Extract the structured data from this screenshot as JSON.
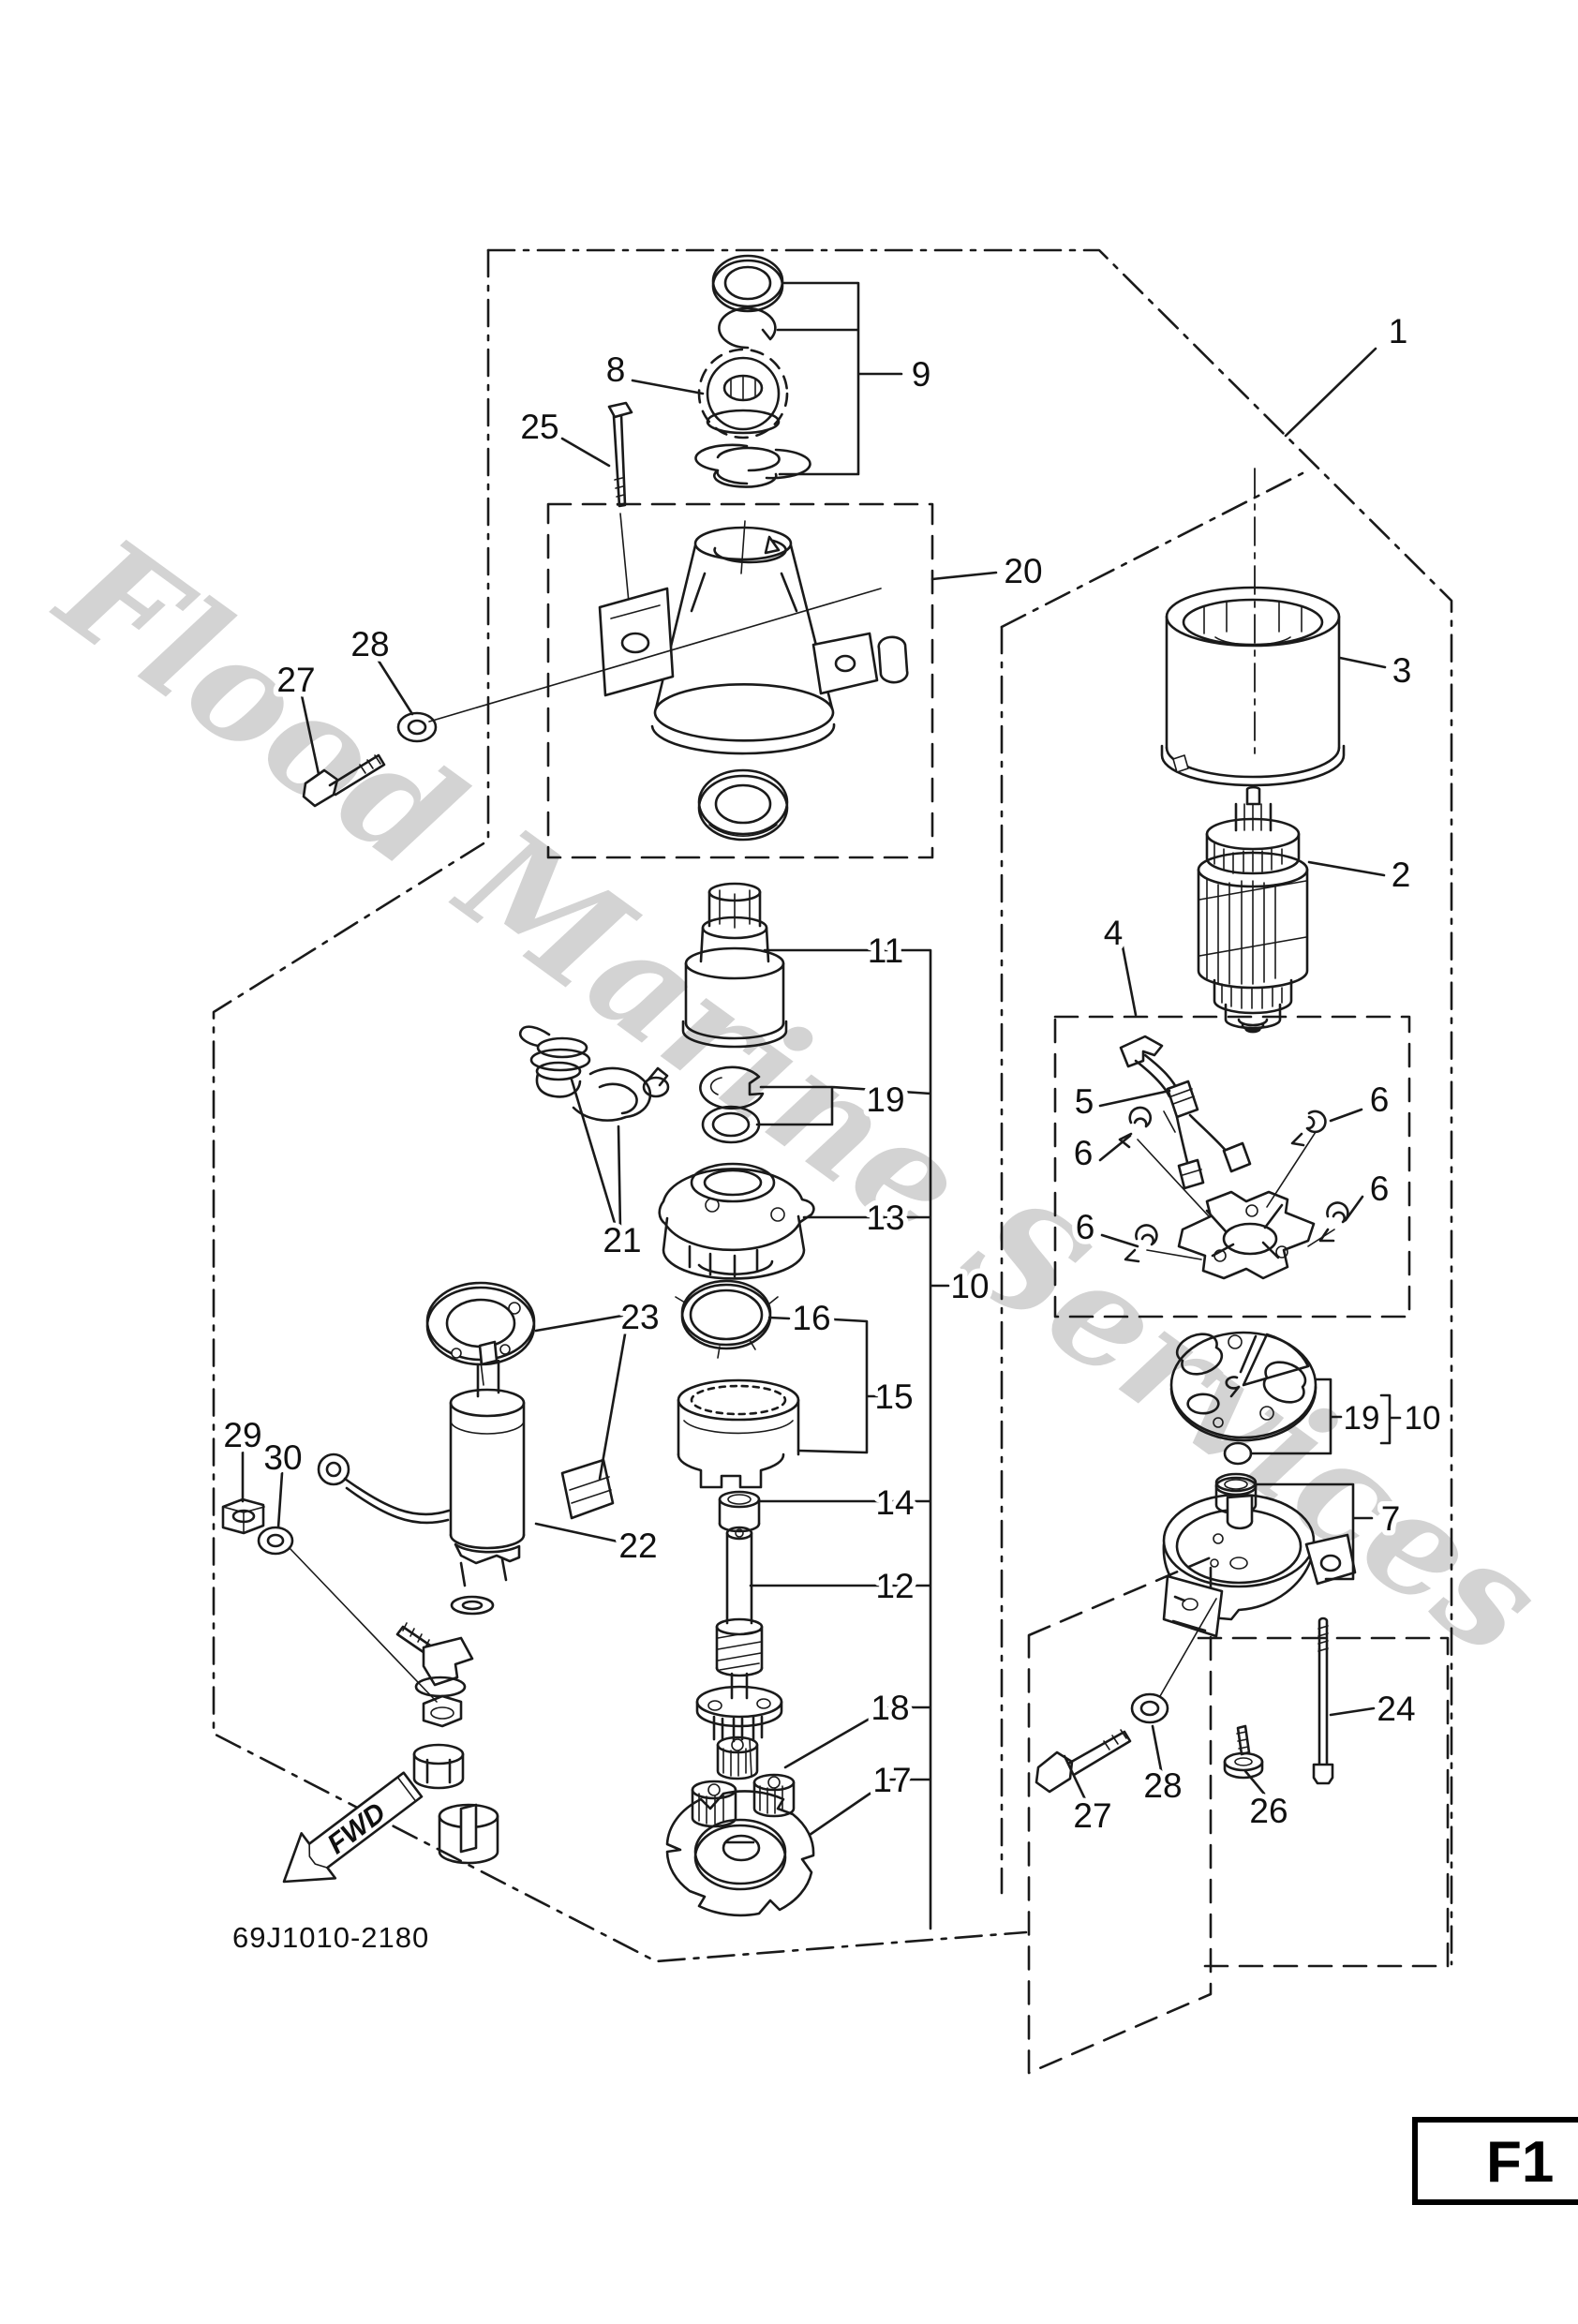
{
  "diagram": {
    "watermark": "Flood Marine Services",
    "drawing_code": "69J1010-2180",
    "page_label": "F1",
    "fwd_label": "FWD",
    "line_color": "#1a1a1a",
    "watermark_color": "#c9c9c9",
    "callouts": {
      "c1": "1",
      "c2": "2",
      "c3": "3",
      "c4": "4",
      "c5": "5",
      "c6a": "6",
      "c6b": "6",
      "c6c": "6",
      "c6d": "6",
      "c7": "7",
      "c8": "8",
      "c9": "9",
      "c10m": "10",
      "c10r": "10",
      "c11": "11",
      "c12": "12",
      "c13": "13",
      "c14": "14",
      "c15": "15",
      "c16": "16",
      "c17": "17",
      "c18": "18",
      "c19m": "19",
      "c19r": "19",
      "c20": "20",
      "c21": "21",
      "c22": "22",
      "c23": "23",
      "c24": "24",
      "c25": "25",
      "c26": "26",
      "c27l": "27",
      "c27b": "27",
      "c28l": "28",
      "c28b": "28",
      "c29": "29",
      "c30": "30"
    }
  }
}
